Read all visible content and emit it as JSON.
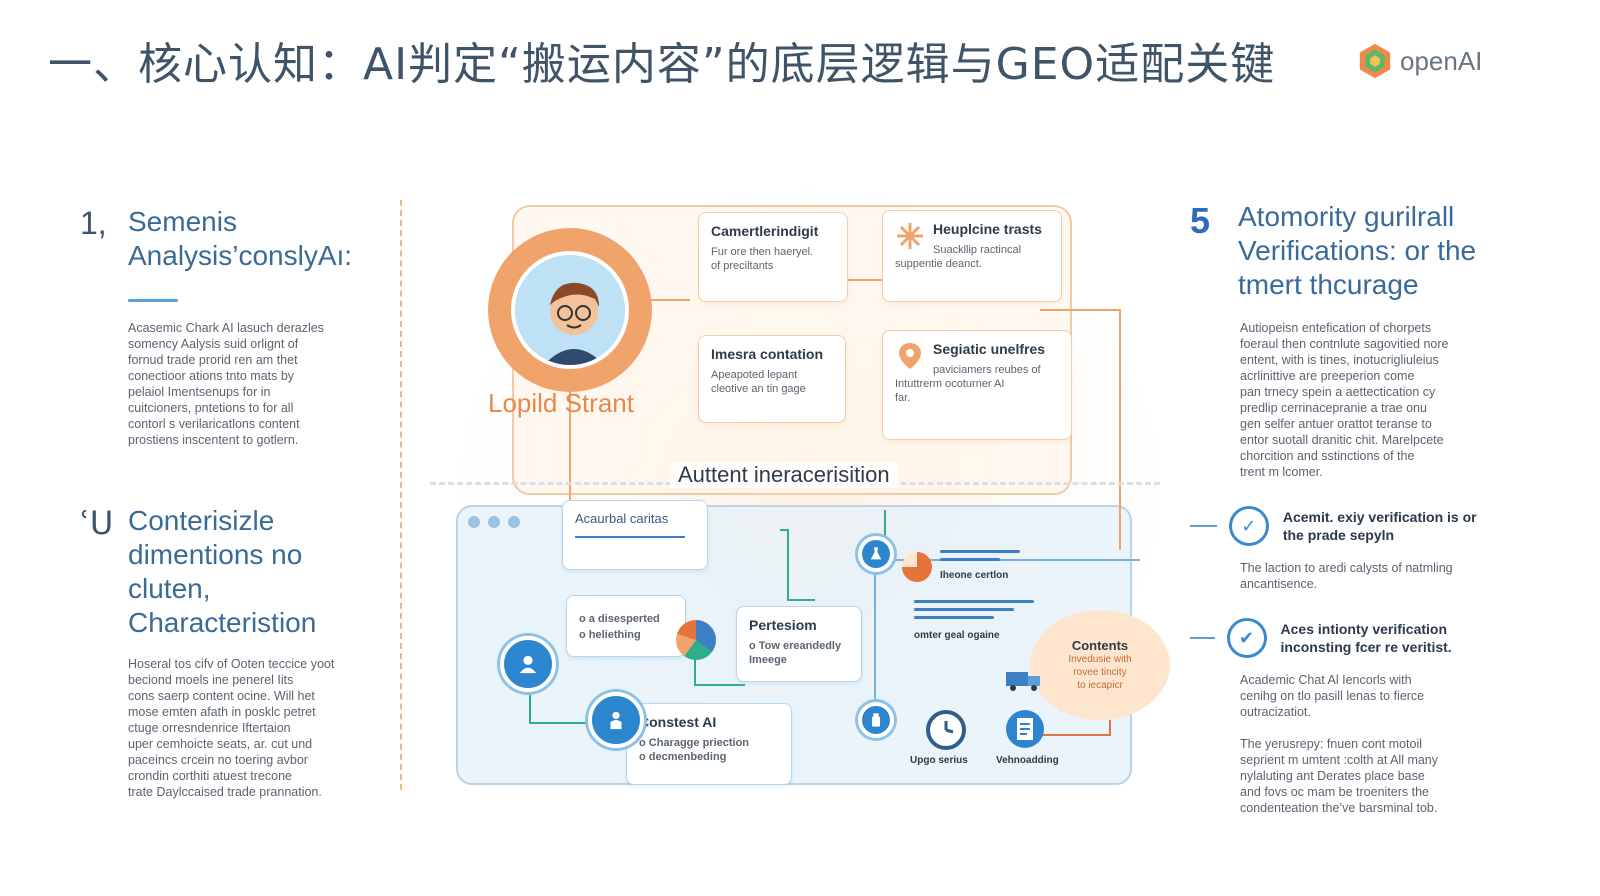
{
  "title": "一、核心认知：AI判定“搬运内容”的底层逻辑与GEO适配关键",
  "logo": {
    "text": "openAI",
    "icon": "hexagon-logo-icon"
  },
  "left": {
    "section1": {
      "number": "1,",
      "title": "Semenis Analysis’conslyAı:",
      "body": "Acasemic Chark AI lasuch derazles\nsomency Aalysis suid orlignt of\nfornud trade prorid ren am thet\nconectioor ations tnto mats by\npelaiol Imentsenups for in\ncuitcioners, pntetions to for all\ncontorl s verilaricatlons content\nprostiens inscentent to gotlern."
    },
    "section2": {
      "number": "ՙՍ",
      "title": "Conterisizle dimentions no cluten, Characteristion",
      "body": "Hoseral tos cifv of Ooten teccice yoot\nbeciond moels ine penerel Iits\ncons saerp content ocine. Will het\nmose emten afath in posklc petret\nctuge orresndenrice Iftertaion\nuper cemhoicte seats, ar. cut und\npaceincs crcein no toering avbor\ncrondin corthiti atuest trecone\ntrate Daylccaised trade prannation."
    }
  },
  "right": {
    "section5": {
      "number": "5",
      "title": "Atomority gurilrall Verifications: or the tmert thcurage",
      "body": "Autiopeisn entefication of chorpets\nfoeraul then contnlute sagovitied nore\nentent, with is tines, inotucrigliuleius\nacrlinittive are preeperion come\npan trnecy spein a aettectication cy\npredlip cerrinacepranie a trae onu\ngen selfer antuer orattot teranse to\nentor suotall dranitic chit. Marelpcete\nchorcition and sstinctions of the\ntrent m lcomer."
    },
    "verification1": {
      "label": "Acemit. exiy verification is or the prade sepyln",
      "body": "The laction to aredi calysts of natmling\nancantisence."
    },
    "verification2": {
      "label": "Aces intionty verification inconsting fcer re veritist.",
      "body": "Academic Chat Al Iencorls with\ncenihg on tlo pasill lenas to fierce\noutracizatiot.\n\nThe yerusrepy: fnuen cont motoil\nseprient m umtent :colth at All many\nnylaluting ant Derates place base\nand fovs oc mam be troeniters the\ncondenteation the’ve barsminal tob."
    }
  },
  "diagram": {
    "avatar_label": "Lopild Strant",
    "center_label": "Auttent ineracerisition",
    "card_camera": {
      "title": "Camertlerindigit",
      "body": "Fur ore then haeryel.\nof preciltants"
    },
    "card_heuplcine": {
      "title": "Heuplcine trasts",
      "body": "Suackllip ractincal\nsuppentie deanct."
    },
    "card_imesra": {
      "title": "Imesra contation",
      "body": "Apeapoted lepant\ncleotive an tin gage"
    },
    "card_segiatic": {
      "title": "Segiatic unelfres",
      "body": "paviciamers reubes of\nIntuttrerm ocoturner AI\nfar."
    },
    "card_acaurbal": {
      "title": "Acaurbal caritas"
    },
    "card_disperted": {
      "lines": [
        "o a disesperted",
        "o heliething"
      ]
    },
    "card_pertesiom": {
      "title": "Pertesiom",
      "lines": [
        "o Tow ereandedly",
        "Imeege"
      ]
    },
    "card_constest": {
      "title": "Constest AI",
      "lines": [
        "o Charagge priection",
        "o decmenbeding"
      ]
    },
    "caption_theone": "Iheone certlon",
    "caption_omter": "omter geal ogaine",
    "bubble": {
      "title": "Contents",
      "body": "Invedusie with\nrovee tincity\nto iecapicr"
    },
    "caption_upgo": "Upgo serius",
    "caption_vehno": "Vehnoadding"
  },
  "colors": {
    "accent_blue": "#2e85cf",
    "accent_orange": "#f0a46c",
    "title": "#3f5468"
  }
}
